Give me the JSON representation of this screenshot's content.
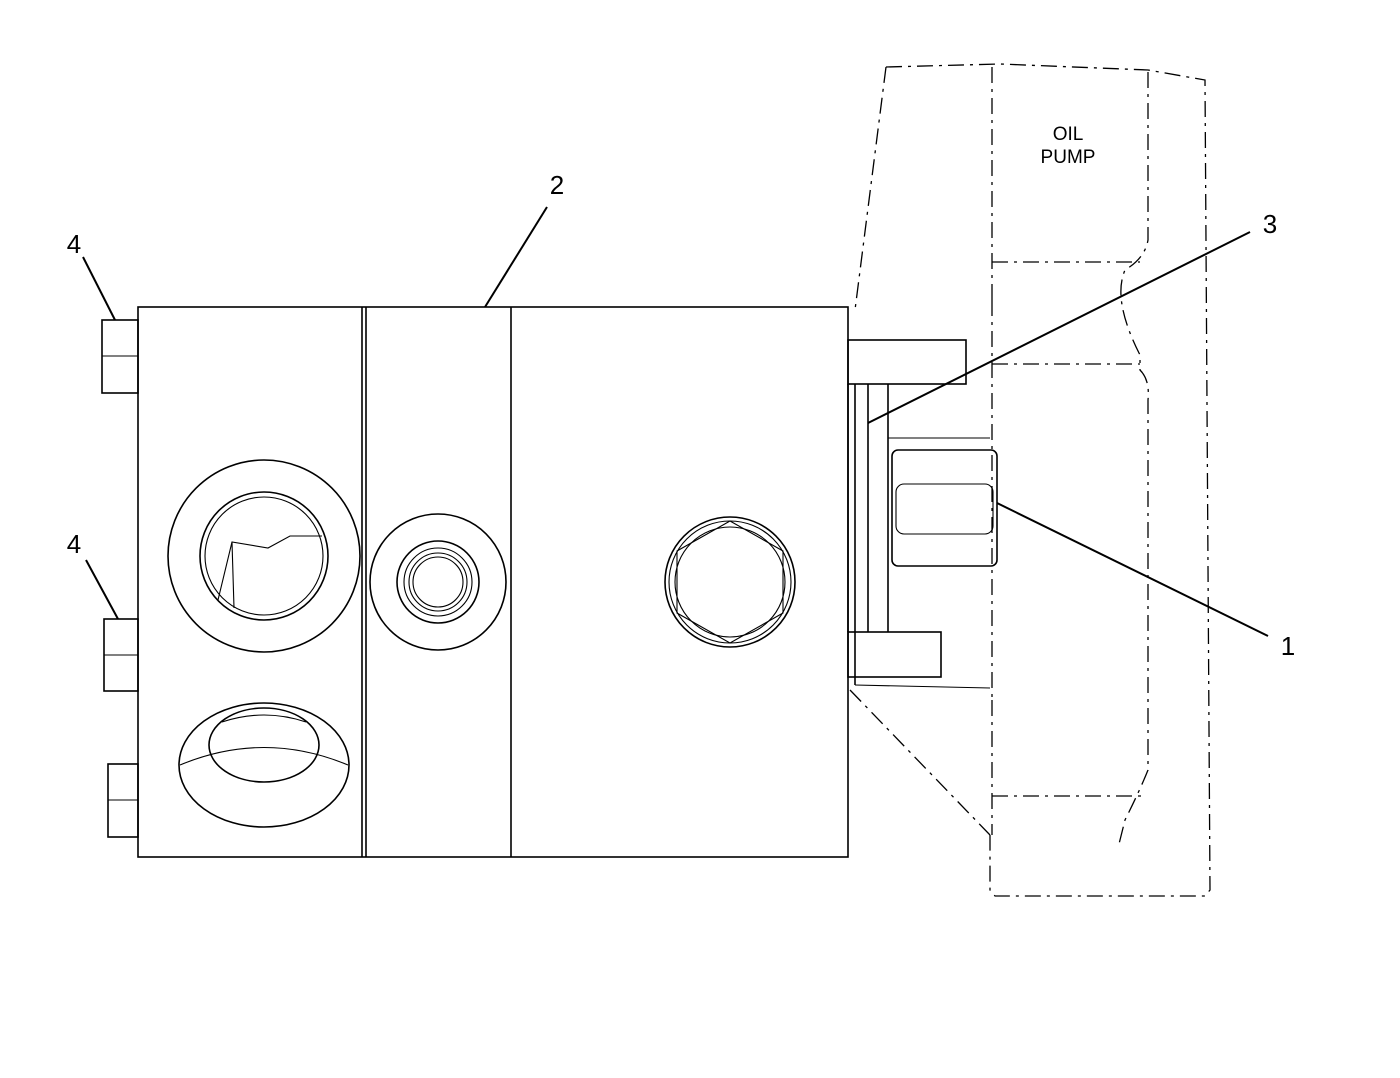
{
  "labels": {
    "oil_pump_line1": "OIL",
    "oil_pump_line2": "PUMP"
  },
  "callouts": [
    {
      "id": "1",
      "text": "1"
    },
    {
      "id": "2",
      "text": "2"
    },
    {
      "id": "3",
      "text": "3"
    },
    {
      "id": "4a",
      "text": "4"
    },
    {
      "id": "4b",
      "text": "4"
    }
  ],
  "colors": {
    "line": "#000000",
    "background": "#ffffff"
  }
}
